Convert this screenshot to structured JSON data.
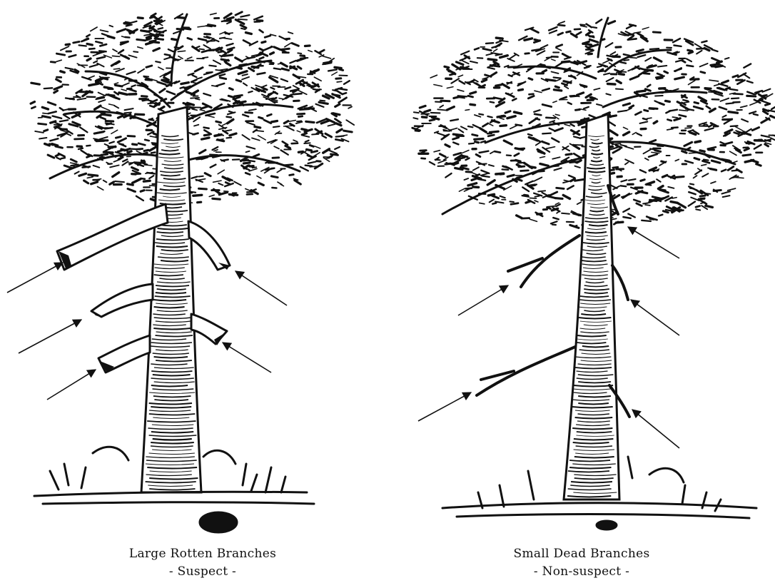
{
  "panels": [
    {
      "title": "Large Rotten Branches",
      "status": "- Suspect -"
    },
    {
      "title": "Small Dead Branches",
      "status": "- Non-suspect -"
    }
  ],
  "colors": {
    "ink": "#111111",
    "paper": "#ffffff"
  }
}
